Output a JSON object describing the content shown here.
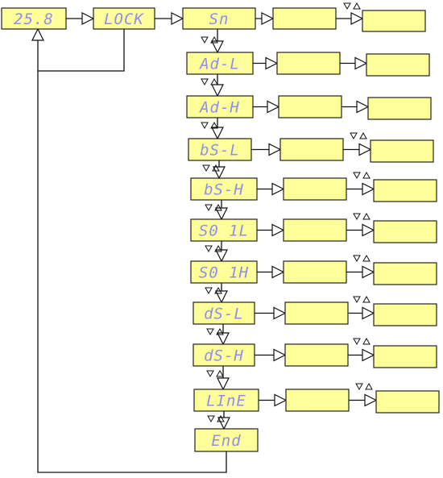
{
  "top_row": {
    "value_display": "25.8",
    "lock_display": "LOCK",
    "menu_entry_display": "Sn"
  },
  "param_rows": [
    {
      "display": "Ad-L"
    },
    {
      "display": "Ad-H"
    },
    {
      "display": "bS-L"
    },
    {
      "display": "bS-H"
    },
    {
      "display": "S0 1L"
    },
    {
      "display": "S0 1H"
    },
    {
      "display": "dS-L"
    },
    {
      "display": "dS-H"
    },
    {
      "display": "LInE"
    }
  ],
  "end_display": "End",
  "colors": {
    "box_fill": "#FFFF99",
    "segment_color": "#8E8EF2",
    "line_color": "#111111"
  },
  "icons": {
    "arrow": "hollow-triangle-arrow",
    "keys": "down-up-triangle-icons"
  }
}
